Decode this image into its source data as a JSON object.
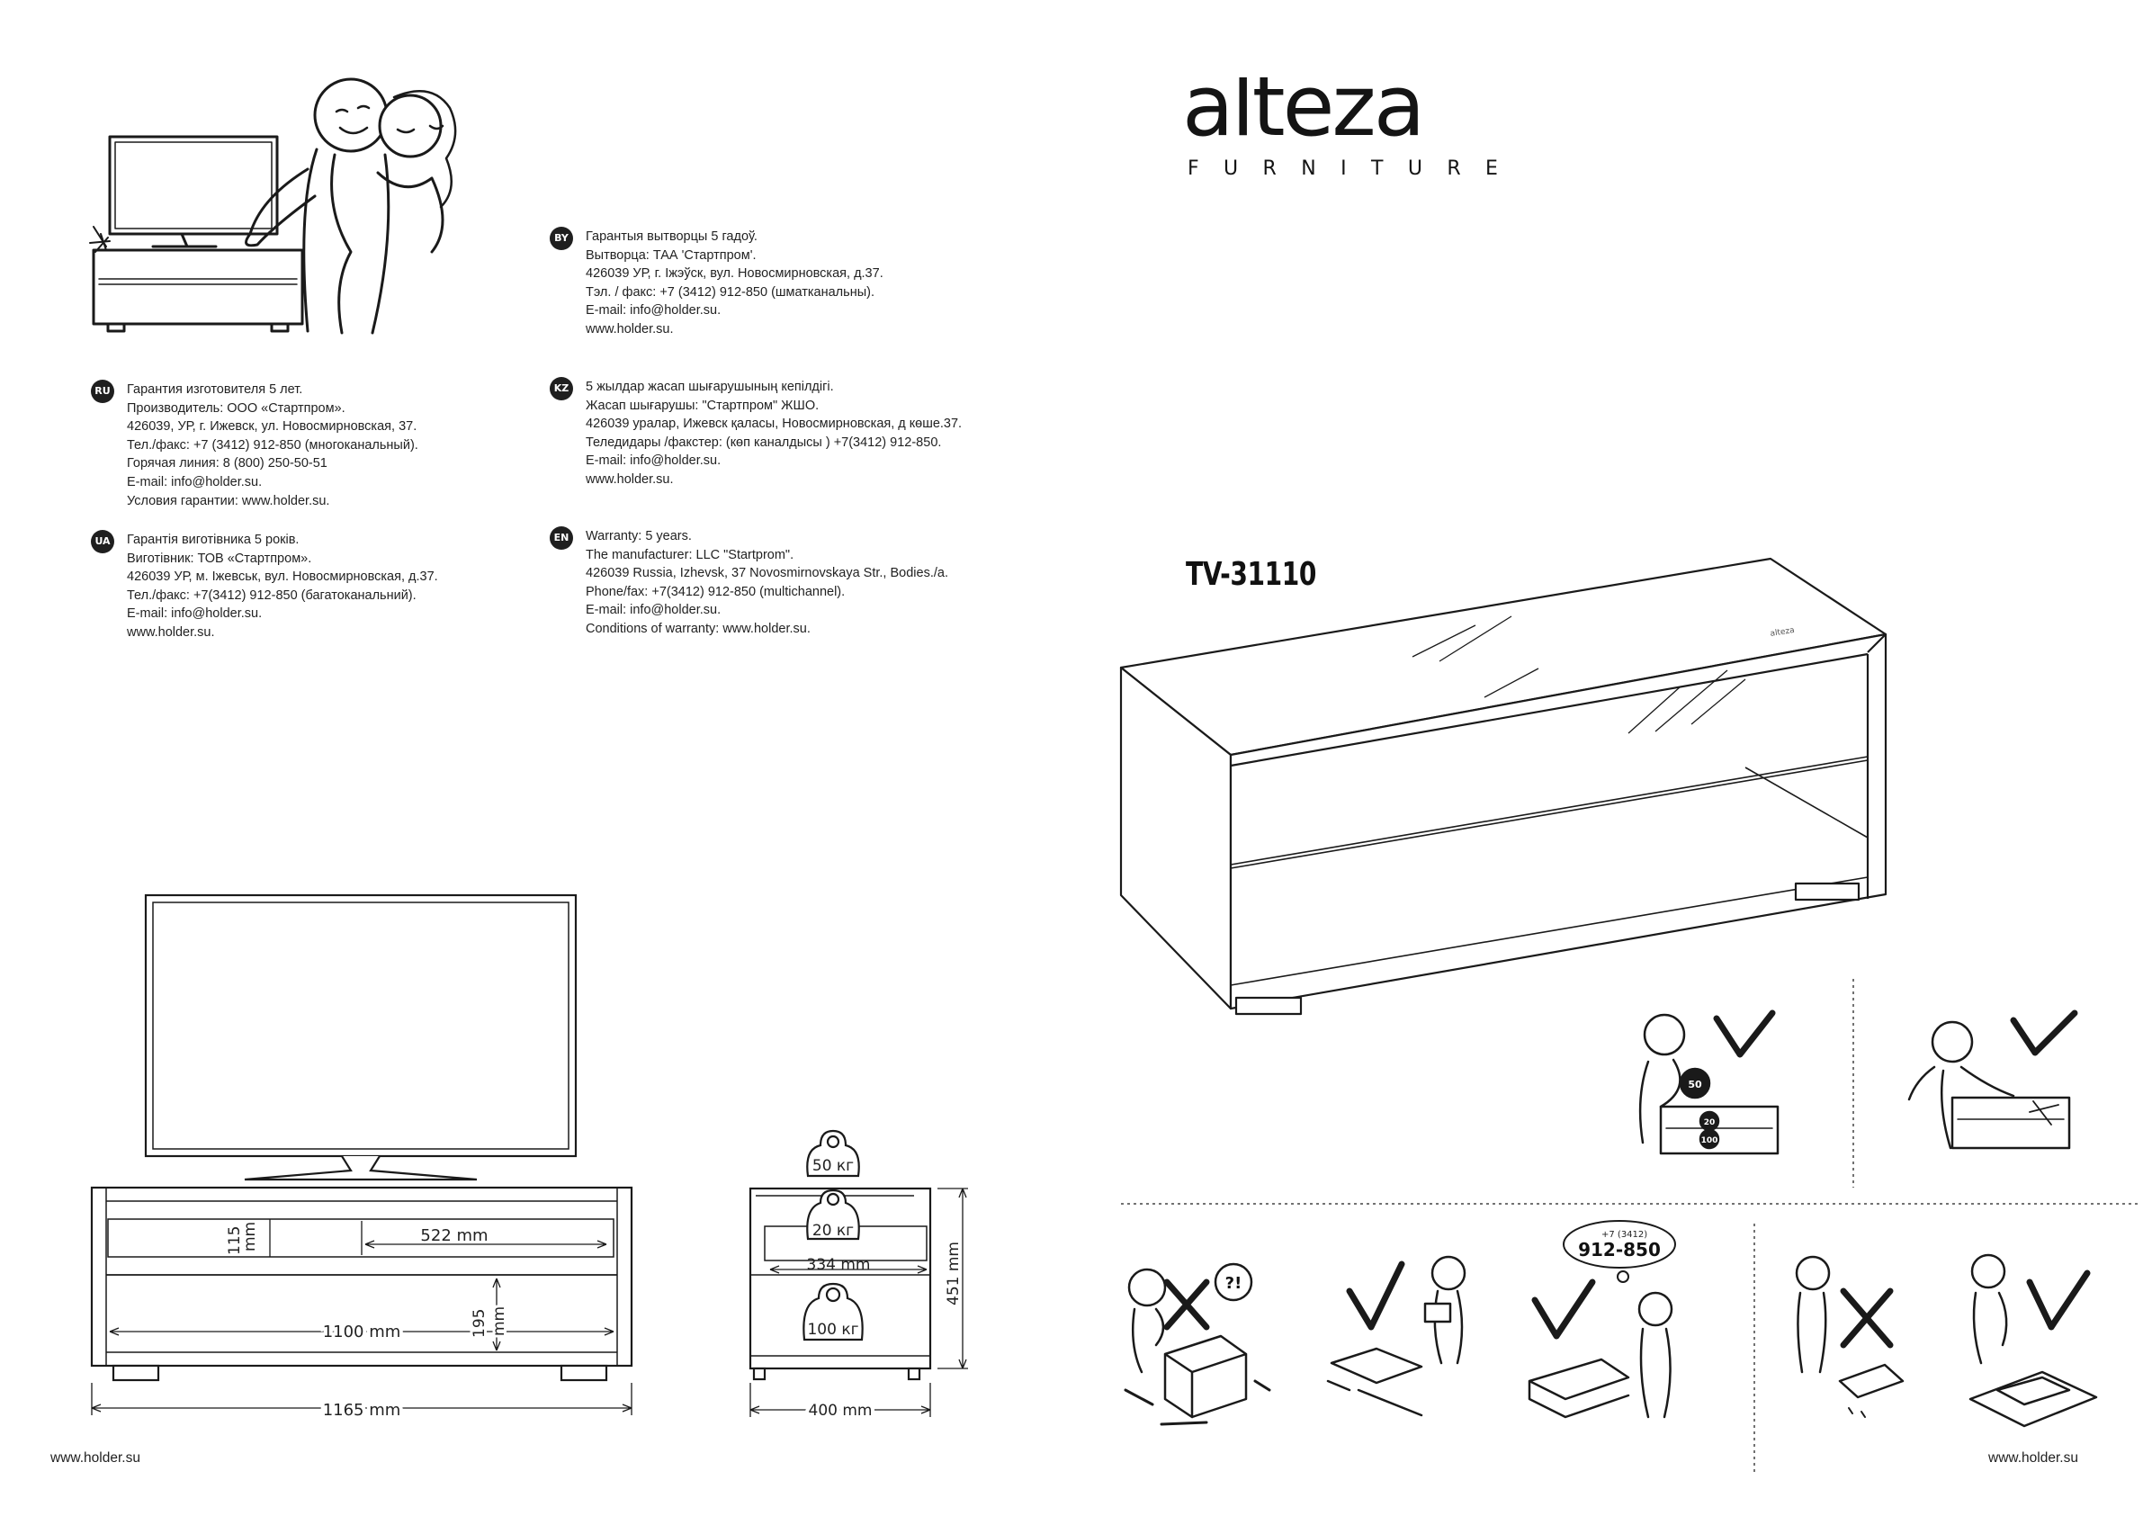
{
  "brand": {
    "name": "alteza",
    "subtitle": "FURNITURE"
  },
  "model": "TV-31110",
  "warranty": [
    {
      "code": "RU",
      "lines": [
        "Гарантия изготовителя 5 лет.",
        "Производитель: ООО «Стартпром».",
        "426039, УР, г. Ижевск, ул. Новосмирновская, 37.",
        "Тел./факс: +7 (3412) 912-850 (многоканальный).",
        "Горячая линия: 8 (800) 250-50-51",
        "E-mail: info@holder.su.",
        "Условия гарантии: www.holder.su."
      ]
    },
    {
      "code": "UA",
      "lines": [
        "Гарантія виготівника 5 років.",
        "Виготівник: ТОВ «Стартпром».",
        "426039 УР, м. Іжевськ, вул. Новосмирновская, д.37.",
        "Тел./факс: +7(3412) 912-850 (багатоканальний).",
        "E-mail: info@holder.su.",
        "www.holder.su."
      ]
    },
    {
      "code": "BY",
      "lines": [
        "Гарантыя вытворцы 5 гадоў.",
        "Вытворца: ТАА 'Стартпром'.",
        "426039 УР, г. Іжэўск, вул. Новосмирновская, д.37.",
        "Тэл. / факс: +7 (3412) 912-850 (шматканальны).",
        "E-mail: info@holder.su.",
        "www.holder.su."
      ]
    },
    {
      "code": "KZ",
      "lines": [
        "5 жылдар жасап шығарушының кепілдігі.",
        "Жасап шығарушы: \"Стартпром\" ЖШО.",
        "426039 уралар, Ижевск қаласы, Новосмирновская, д көше.37.",
        "Теледидары /факстер: (көп каналдысы ) +7(3412) 912-850.",
        "E-mail: info@holder.su.",
        "www.holder.su."
      ]
    },
    {
      "code": "EN",
      "lines": [
        "Warranty: 5 years.",
        "The manufacturer: LLC \"Startprom\".",
        "426039 Russia, Izhevsk, 37 Novosmirnovskaya Str., Bodies./a.",
        "Phone/fax: +7(3412) 912-850 (multichannel).",
        "E-mail: info@holder.su.",
        "Conditions of warranty: www.holder.su."
      ]
    }
  ],
  "front_dimensions": {
    "shelf_height": "115",
    "shelf_height_unit": "mm",
    "shelf_width": "522 mm",
    "inner_width": "1100 mm",
    "lower_height": "195",
    "lower_height_unit": "mm",
    "total_width": "1165 mm"
  },
  "side_dimensions": {
    "load_top": "50 кг",
    "load_shelf": "20 кг",
    "load_bottom": "100 кг",
    "shelf_depth": "334 mm",
    "height": "451 mm",
    "depth": "400 mm"
  },
  "instructions": {
    "weight_top": "50",
    "weight_shelf": "20",
    "weight_bottom": "100",
    "confused_mark": "?!",
    "phone_prefix": "+7 (3412)",
    "phone_number": "912-850"
  },
  "footer": {
    "left": "www.holder.su",
    "right": "www.holder.su"
  }
}
